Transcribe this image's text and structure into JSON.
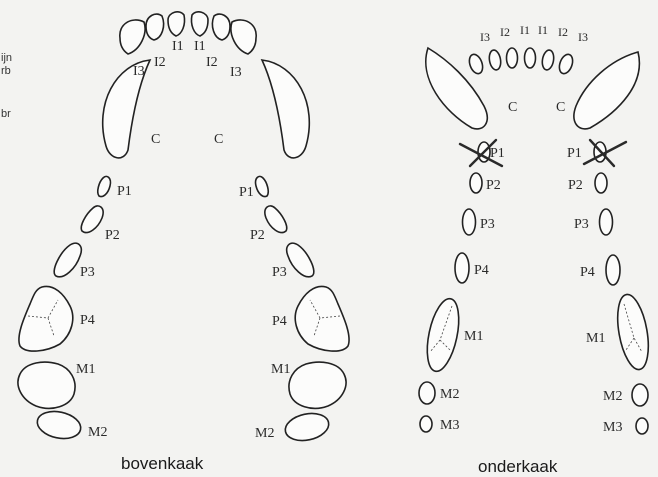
{
  "margin_fragments": [
    "ijn",
    "rb",
    "br"
  ],
  "upper_jaw": {
    "caption": "bovenkaak",
    "labels": {
      "I1": "I1",
      "I2": "I2",
      "I3": "I3",
      "C": "C",
      "P1": "P1",
      "P2": "P2",
      "P3": "P3",
      "P4": "P4",
      "M1": "M1",
      "M2": "M2"
    }
  },
  "lower_jaw": {
    "caption": "onderkaak",
    "labels": {
      "I1": "I1",
      "I2": "I2",
      "I3": "I3",
      "C": "C",
      "P1": "P1",
      "P2": "P2",
      "P3": "P3",
      "P4": "P4",
      "M1": "M1",
      "M2": "M2",
      "M3": "M3"
    },
    "crossed_out": [
      "P1"
    ]
  }
}
